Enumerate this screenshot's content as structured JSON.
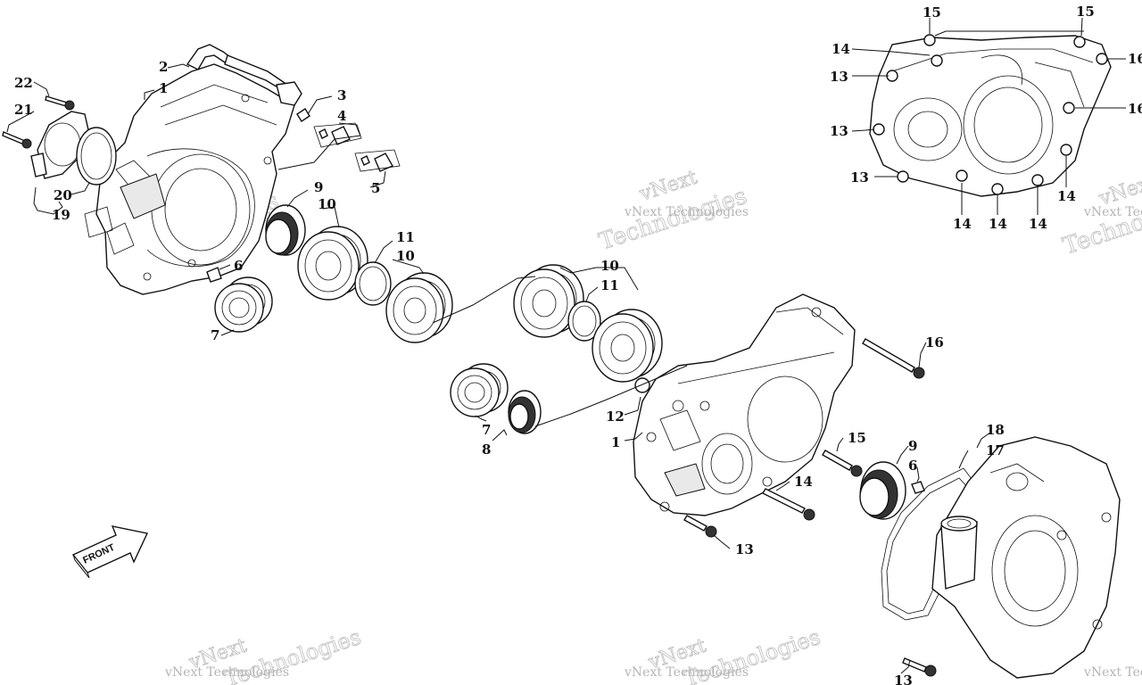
{
  "callouts": {
    "c1a": "1",
    "c2": "2",
    "c3": "3",
    "c4": "4",
    "c5": "5",
    "c6a": "6",
    "c7a": "7",
    "c9a": "9",
    "c10a": "10",
    "c11a": "11",
    "c10b": "10",
    "c19": "19",
    "c20": "20",
    "c21": "21",
    "c22": "22",
    "c10c": "10",
    "c11b": "11",
    "c7b": "7",
    "c8": "8",
    "c12": "12",
    "c1b": "1",
    "c16a": "16",
    "c15a": "15",
    "c14a": "14",
    "c13a": "13",
    "c9b": "9",
    "c6b": "6",
    "c17": "17",
    "c18": "18",
    "c13b": "13",
    "c15b": "15",
    "c15c": "15",
    "c14b": "14",
    "c13c": "13",
    "c16b": "16",
    "c16c": "16",
    "c13d": "13",
    "c13e": "13",
    "c14c": "14",
    "c14d": "14",
    "c14e": "14",
    "c14f": "14"
  },
  "front_label": "FRONT",
  "watermark": {
    "line1": "vNext",
    "line2": "Technologies",
    "small": "vNext Technologies"
  }
}
